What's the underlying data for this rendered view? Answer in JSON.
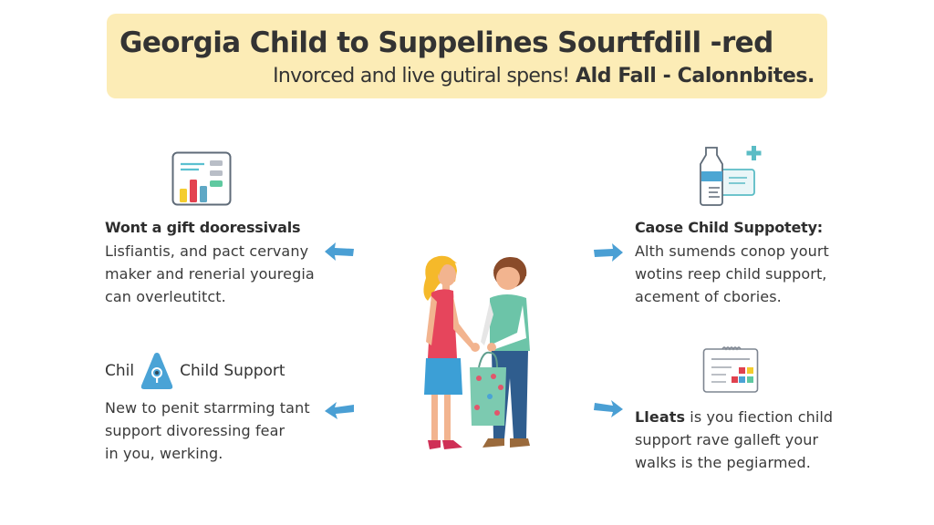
{
  "banner": {
    "title": "Georgia Child to Suppelines Sourtfdill -red",
    "subtitle_light": "Invorced and live gutiral spens!",
    "subtitle_bold": "Ald Fall - Calonnbites.",
    "background_color": "#fcecb6"
  },
  "sections": {
    "top_left": {
      "icon": "chart-report-icon",
      "heading": "Wont a gift dooressivals",
      "lines": [
        "Lisfiantis, and pact cervany",
        "maker and renerial youregia",
        "can overleutitct."
      ],
      "arrow": "arrow-left-icon"
    },
    "top_right": {
      "icon": "medicine-bottle-icon",
      "heading": "Caose Child Suppotety:",
      "lines": [
        "Alth sumends conop yourt",
        "wotins reep child support,",
        "acement of cbories."
      ],
      "arrow": "arrow-right-icon"
    },
    "bottom_left": {
      "icon": "warning-triangle-icon",
      "heading_prefix": "Chil",
      "heading": "Child Support",
      "lines": [
        "New to penit starrming tant",
        "support divoressing fear",
        "in you, werking."
      ],
      "arrow": "arrow-left-icon"
    },
    "bottom_right": {
      "icon": "calendar-icon",
      "lead": "Lleats",
      "lines": [
        "is you fiection child",
        "support rave galleft your",
        "walks is the pegiarmed."
      ],
      "arrow": "arrow-right-icon"
    }
  },
  "illustration": {
    "subject": "woman-and-boy-holding-hands"
  },
  "colors": {
    "accent_blue": "#4a9fd4",
    "text_dark": "#333333",
    "teal": "#5bbcc5"
  }
}
